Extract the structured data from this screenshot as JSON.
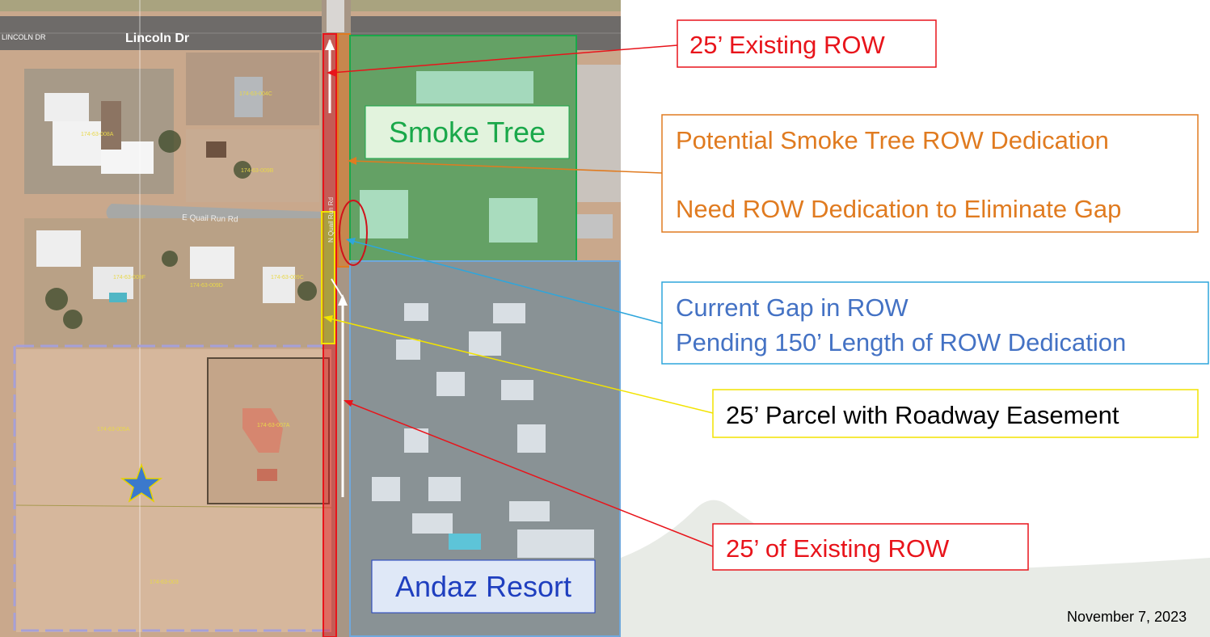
{
  "map": {
    "road_label": "Lincoln Dr",
    "road_label_small": "LINCOLN DR",
    "street_label": "E Quail Run Rd",
    "vertical_street_label": "N Quail Run Rd",
    "parcels": [
      "174-63-008A",
      "174-63-004C",
      "174-63-009B",
      "174-63-009F",
      "174-63-009D",
      "174-63-009C",
      "174-63-005A",
      "174-63-007A",
      "174-63-003"
    ]
  },
  "labels": {
    "smoke_tree": "Smoke Tree",
    "andaz": "Andaz Resort"
  },
  "callouts": {
    "existing_row_top": "25’ Existing ROW",
    "potential_line1": "Potential Smoke Tree ROW Dedication",
    "potential_line2": "Need ROW Dedication to Eliminate Gap",
    "gap_line1": "Current Gap in ROW",
    "gap_line2": "Pending 150’ Length of ROW Dedication",
    "parcel_easement": "25’ Parcel with Roadway Easement",
    "existing_row_bottom": "25’ of Existing ROW"
  },
  "footer": {
    "date": "November 7, 2023"
  },
  "colors": {
    "red": "#e8141b",
    "orange": "#e07b20",
    "blue_callout": "#2ea6dc",
    "blue_text": "#4472c4",
    "yellow": "#f2e300",
    "green": "#1aa84a",
    "navy": "#1f3fbf"
  }
}
